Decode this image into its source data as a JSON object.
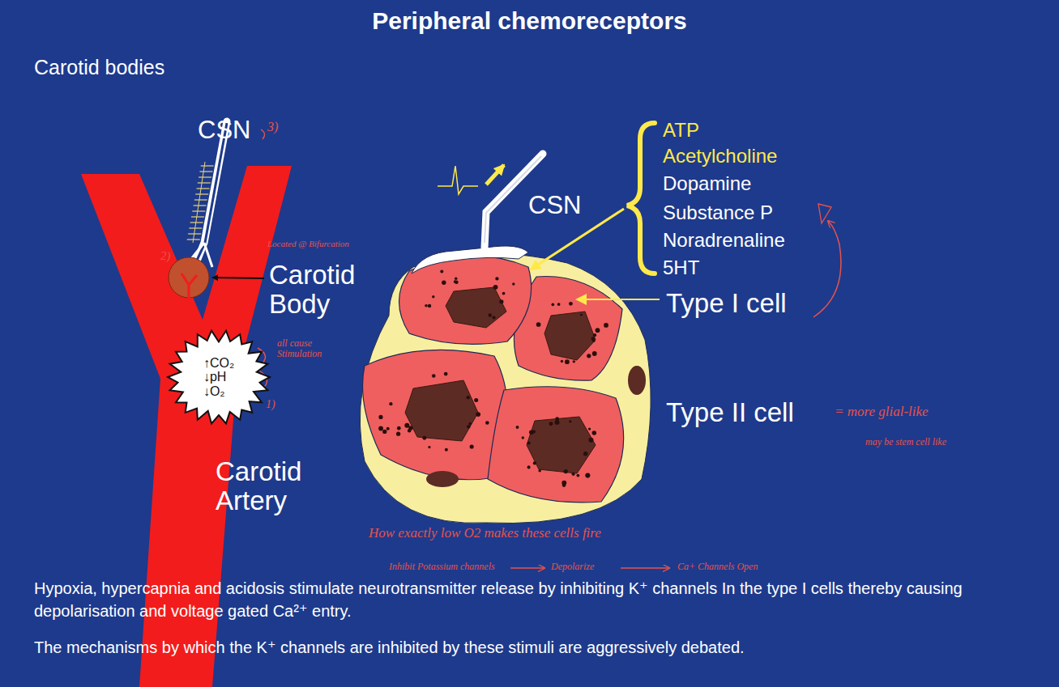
{
  "diagram": {
    "title": "Peripheral chemoreceptors",
    "nodes": [
      {
        "text": [
          "↑CO₂ ↓pH ↓O₂"
        ]
      }
    ],
    "labels": [
      "Carotid bodies",
      "CSN",
      "3)",
      "2)",
      "Located @ Bifurcation",
      "Carotid Body",
      "all cause Stimulation",
      "1)",
      "Carotid Artery",
      "CSN",
      "ATP",
      "Acetylcholine",
      "Dopamine",
      "Substance P",
      "Noradrenaline",
      "5HT",
      "Type I cell",
      "Type II cell",
      "= more glial-like",
      "may be stem cell like",
      "How exactly low O2 makes these cells fire",
      "Inhibit Potassium channels",
      "Depolarize",
      "Ca+ Channels Open",
      "Hypoxia, hypercapnia and acidosis stimulate neurotransmitter release by inhibiting K⁺ channels In the type I cells thereby causing depolarisation and voltage gated Ca²⁺ entry.",
      "The mechanisms by which the K⁺ channels are inhibited  by these stimuli are aggressively debated."
    ]
  }
}
